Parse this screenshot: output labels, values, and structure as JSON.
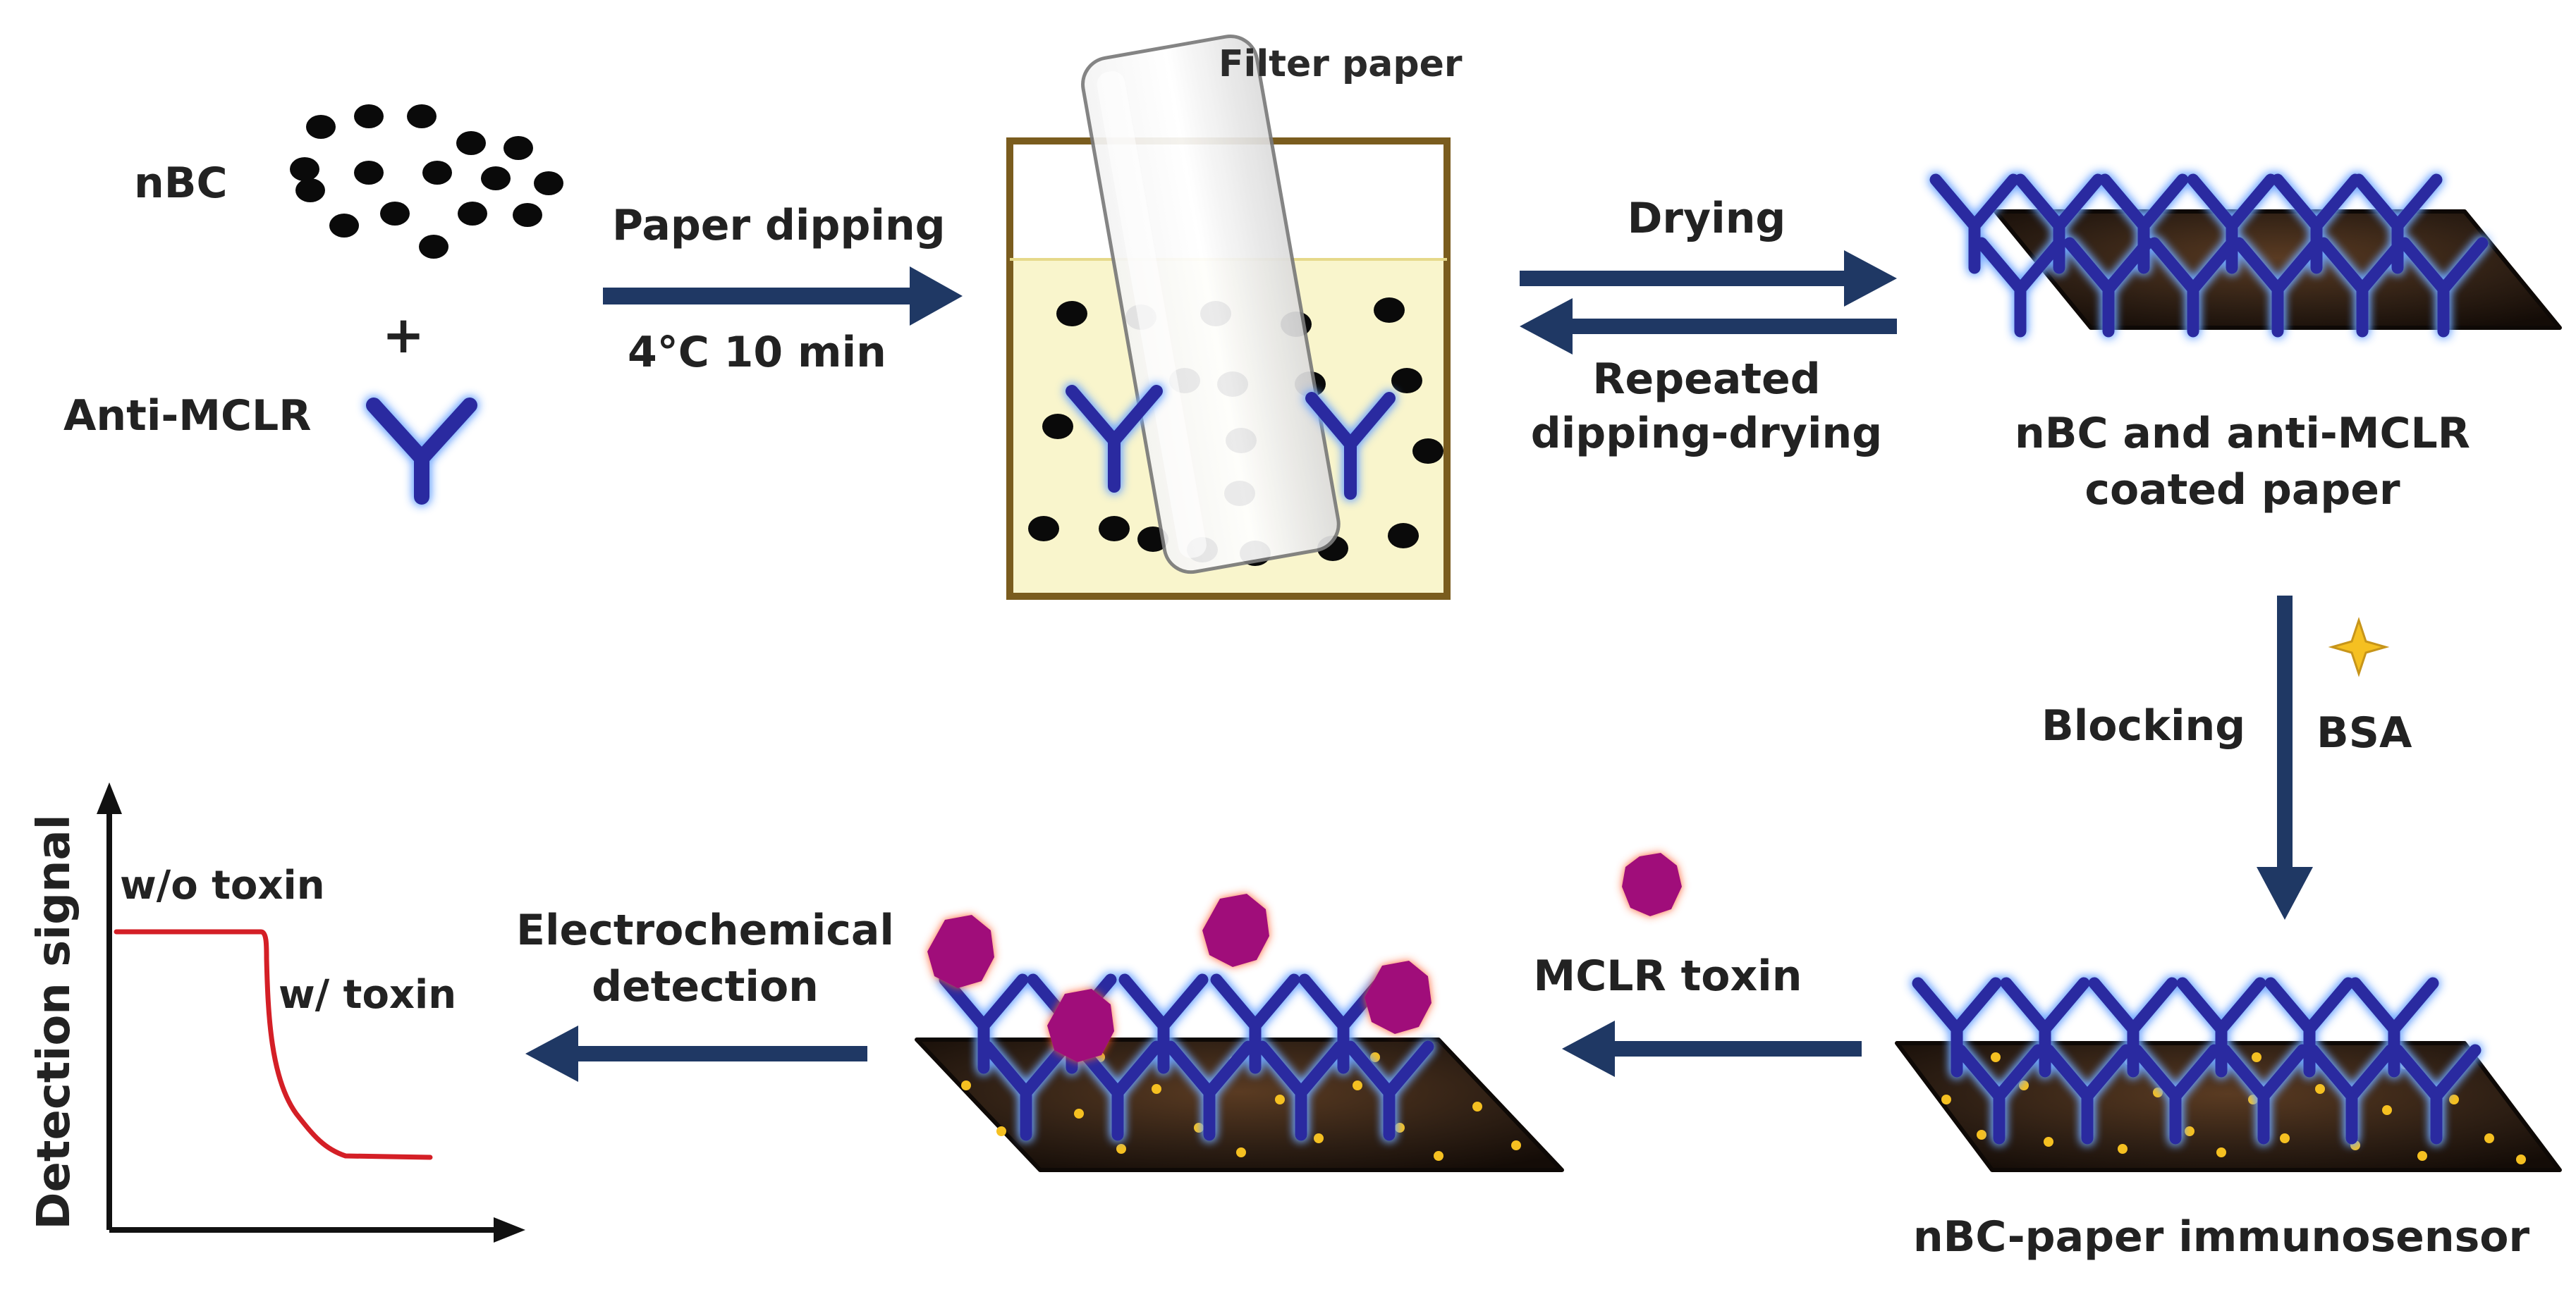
{
  "labels": {
    "nbc": "nBC",
    "plus": "+",
    "anti_mclr": "Anti-MCLR",
    "paper_dipping": "Paper dipping",
    "conditions": "4°C  10 min",
    "filter_paper": "Filter paper",
    "drying": "Drying",
    "repeated_line1": "Repeated",
    "repeated_line2": "dipping-drying",
    "coated_line1": "nBC and anti-MCLR",
    "coated_line2": "coated paper",
    "blocking": "Blocking",
    "bsa": "BSA",
    "sensor_caption": "nBC-paper immunosensor",
    "mclr_toxin": "MCLR toxin",
    "electro_line1": "Electrochemical",
    "electro_line2": "detection",
    "y_axis": "Detection signal",
    "without_toxin": "w/o toxin",
    "with_toxin": "w/ toxin"
  },
  "colors": {
    "arrow": "#1f3864",
    "antibody": "#2a2aa0",
    "antibody_glow": "#6fa6ff",
    "beaker_border": "#7a5c1e",
    "solution": "#f9f5cc",
    "toxin": "#a0107a",
    "toxin_glow": "#ff5a2a",
    "bsa_star": "#f5c021",
    "signal_curve": "#d41f26",
    "paper_base": "#2e1f14"
  },
  "icons": [
    "nanoparticle-dot",
    "antibody-y-icon",
    "bsa-star-icon",
    "toxin-blob-icon"
  ]
}
